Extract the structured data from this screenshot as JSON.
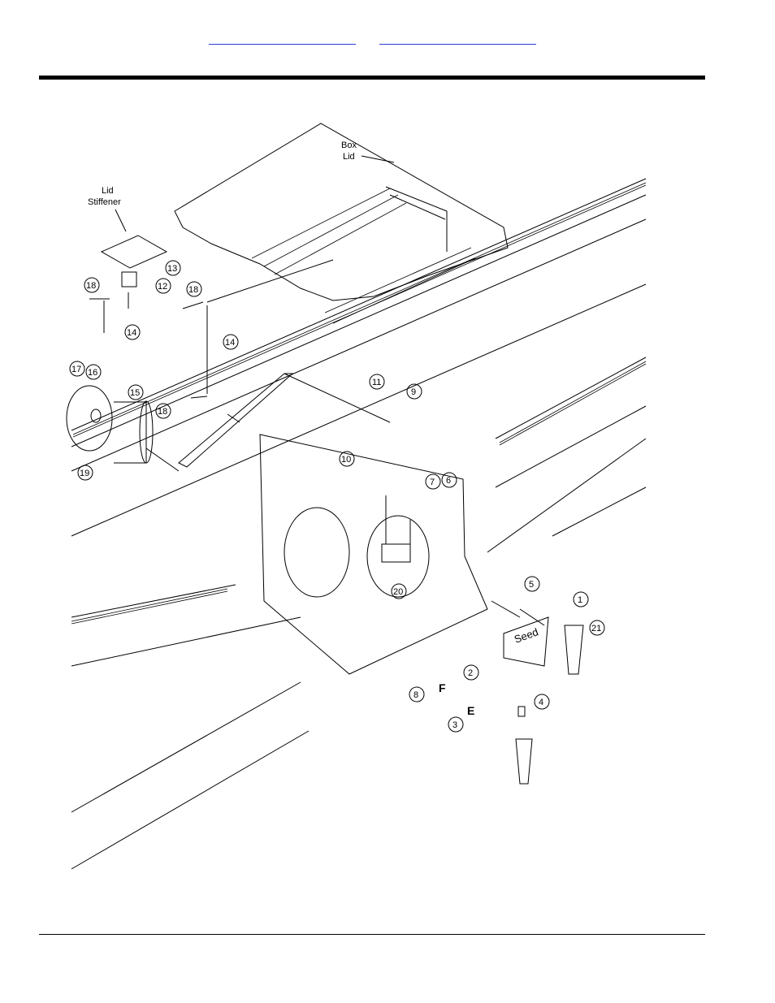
{
  "header": {
    "links": [
      "",
      ""
    ]
  },
  "diagram": {
    "labels": {
      "box_lid_1": "Box",
      "box_lid_2": "Lid",
      "lid_stiffener_1": "Lid",
      "lid_stiffener_2": "Stiffener"
    },
    "callouts": [
      "1",
      "2",
      "3",
      "4",
      "5",
      "6",
      "7",
      "8",
      "9",
      "10",
      "11",
      "12",
      "13",
      "14",
      "15",
      "16",
      "17",
      "18",
      "19",
      "20",
      "21"
    ],
    "decal_text": "Seed",
    "letter_f": "F",
    "letter_e": "E"
  },
  "colors": {
    "link": "#2b3fd6",
    "line": "#000000"
  }
}
